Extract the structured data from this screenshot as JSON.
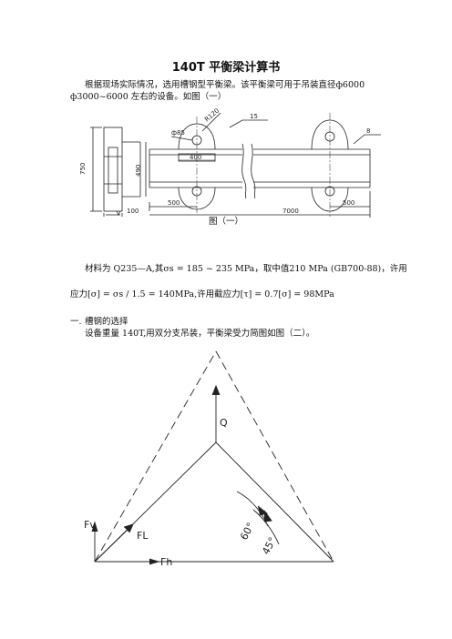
{
  "doc": {
    "title": "140T 平衡梁计算书",
    "intro_line1": "根据现场实际情况，选用槽钢型平衡梁。该平衡梁可用于吊装直径ф6000",
    "intro_line2": "ф3000~6000 左右的设备。如图（一）",
    "fig1_caption": "图（一）",
    "material_line1": "材料为 Q235—A,其σs = 185 ~ 235 MPa，取中值210 MPa (GB700-88)，许用",
    "material_line2": "应力[σ] = σs / 1.5 = 140MPa,许用截应力[τ] = 0.7[σ] = 98MPa",
    "section1_num": "一.",
    "section1_title": "槽钢的选择",
    "section1_body": "设备重量 140T,用双分支吊装，平衡梁受力简图如图（二）。"
  },
  "fig1": {
    "dims": [
      "750",
      "490",
      "100",
      "ф85",
      "R120",
      "400",
      "500",
      "7000",
      "500"
    ],
    "weld_symbols": [
      "15",
      "8"
    ]
  },
  "fig2": {
    "labels": [
      "Q",
      "Fv",
      "FL",
      "Fh"
    ],
    "angles": [
      "60°",
      "45°"
    ]
  }
}
